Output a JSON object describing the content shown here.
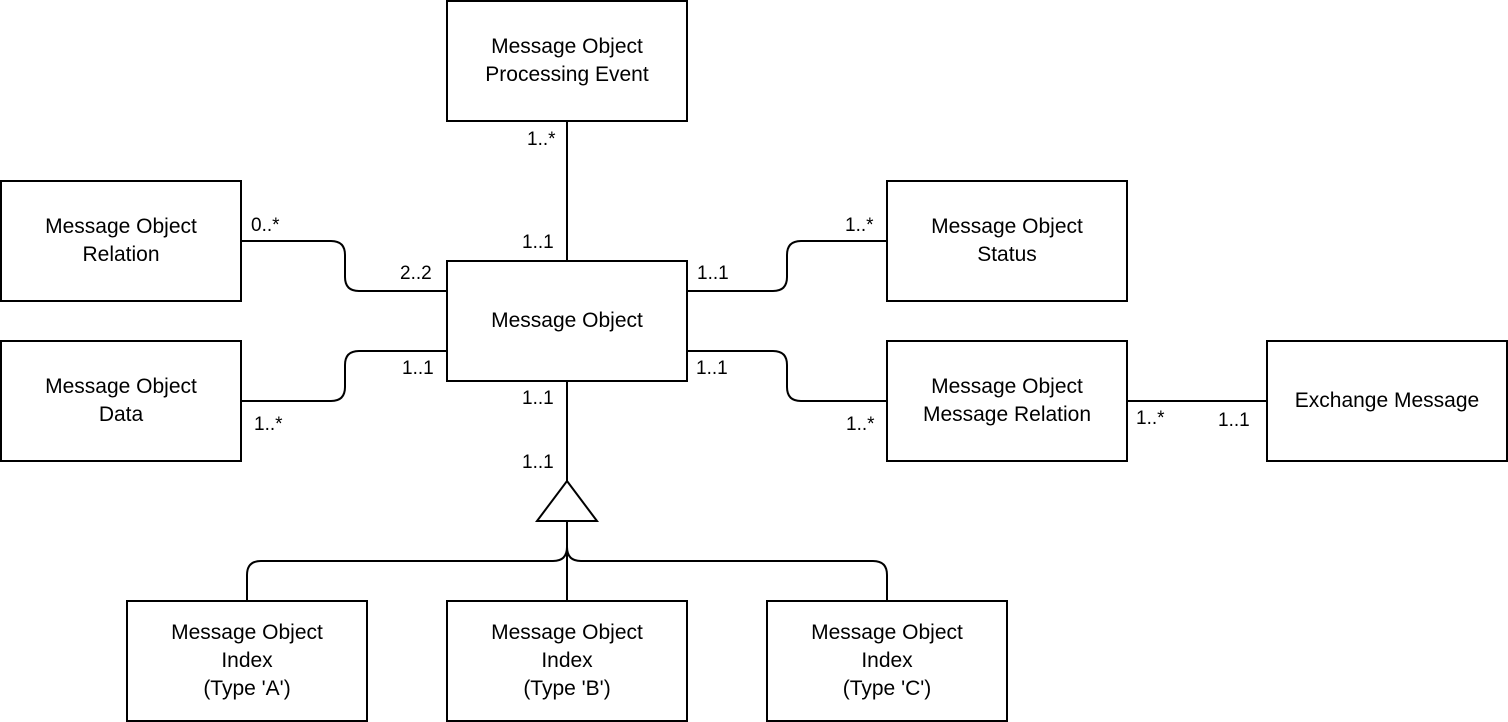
{
  "entities": {
    "processing_event": {
      "lines": [
        "Message Object",
        "Processing Event"
      ]
    },
    "relation": {
      "lines": [
        "Message Object",
        "Relation"
      ]
    },
    "data": {
      "lines": [
        "Message Object",
        "Data"
      ]
    },
    "message_object": {
      "lines": [
        "Message Object"
      ]
    },
    "status": {
      "lines": [
        "Message Object",
        "Status"
      ]
    },
    "message_relation": {
      "lines": [
        "Message Object",
        "Message Relation"
      ]
    },
    "exchange_message": {
      "lines": [
        "Exchange Message"
      ]
    },
    "index_a": {
      "lines": [
        "Message Object",
        "Index",
        "(Type 'A')"
      ]
    },
    "index_b": {
      "lines": [
        "Message Object",
        "Index",
        "(Type 'B')"
      ]
    },
    "index_c": {
      "lines": [
        "Message Object",
        "Index",
        "(Type 'C')"
      ]
    }
  },
  "multiplicities": {
    "processing_event_end": "1..*",
    "processing_event_mo_end": "1..1",
    "relation_end": "0..*",
    "relation_mo_end": "2..2",
    "data_mo_end": "1..1",
    "data_end": "1..*",
    "status_mo_end": "1..1",
    "status_end": "1..*",
    "message_relation_mo_end": "1..1",
    "message_relation_end": "1..*",
    "mr_exchange_left": "1..*",
    "mr_exchange_right": "1..1",
    "index_mo_end": "1..1",
    "index_gen_end": "1..1"
  }
}
